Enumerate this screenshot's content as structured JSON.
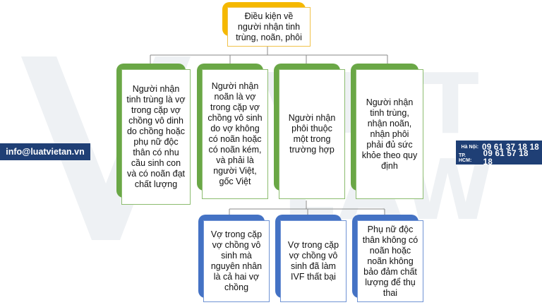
{
  "watermark": {
    "line1": "VIET",
    "line2": "LAW"
  },
  "root": {
    "text": "Điều kiện về người nhận tinh trùng, noãn, phôi"
  },
  "level1": [
    {
      "text": "Người nhận tinh trùng là vợ trong cặp vợ chồng vô dinh do chồng hoặc phụ nữ độc thân có nhu cầu sinh con và có noãn đạt chất lượng"
    },
    {
      "text": "Người nhận noãn là vợ trong cặp vợ chồng vô sinh do vợ không có noãn hoặc có noãn kém, và phải là người Việt, gốc Việt"
    },
    {
      "text": "Người nhận phôi thuộc một trong trường hợp"
    },
    {
      "text": "Người nhận tinh trùng, nhận noãn, nhận phôi phải đủ sức khỏe theo quy định"
    }
  ],
  "level2": [
    {
      "text": "Vợ trong cặp vợ chồng vô sinh mà nguyên nhân là cả hai vợ chồng"
    },
    {
      "text": "Vợ trong cặp vợ chồng vô sinh đã làm IVF thất bại"
    },
    {
      "text": "Phụ nữ độc thân không có noãn hoặc noãn không bảo đảm chất lượng để thụ thai"
    }
  ],
  "contact": {
    "email": "info@luatvietan.vn",
    "phones": [
      {
        "label": "Hà Nội:",
        "number": "09 61 37 18 18"
      },
      {
        "label": "TP. HCM:",
        "number": "09 61 57 18 18"
      }
    ]
  },
  "colors": {
    "root_accent": "#f5b800",
    "level1_accent": "#6aa746",
    "level2_accent": "#4472c4",
    "contact_bg": "#1f3f75"
  }
}
